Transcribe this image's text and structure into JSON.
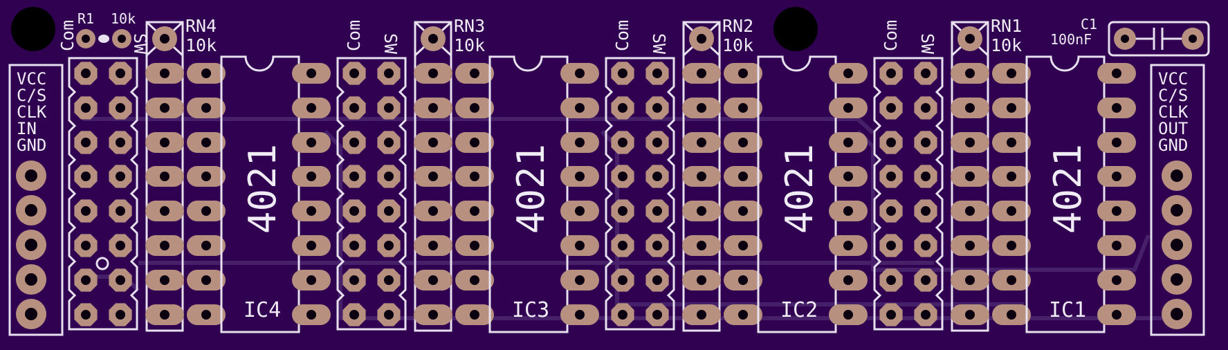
{
  "board": {
    "background": "#300051",
    "pad_color": "#b79080",
    "silkscreen_color": "#e6e0ef"
  },
  "left_connector": {
    "labels": [
      "VCC",
      "C/S",
      "CLK",
      "IN",
      "GND"
    ]
  },
  "right_connector": {
    "labels": [
      "VCC",
      "C/S",
      "CLK",
      "OUT",
      "GND"
    ]
  },
  "r1": {
    "ref": "R1",
    "value": "10k"
  },
  "c1": {
    "ref": "C1",
    "value": "100nF"
  },
  "columns": [
    {
      "com": "Com",
      "sw": "SW",
      "rn_ref": "RN4",
      "rn_value": "10k",
      "ic_ref": "IC4",
      "ic_part": "4021"
    },
    {
      "com": "Com",
      "sw": "SW",
      "rn_ref": "RN3",
      "rn_value": "10k",
      "ic_ref": "IC3",
      "ic_part": "4021"
    },
    {
      "com": "Com",
      "sw": "SW",
      "rn_ref": "RN2",
      "rn_value": "10k",
      "ic_ref": "IC2",
      "ic_part": "4021"
    },
    {
      "com": "Com",
      "sw": "SW",
      "rn_ref": "RN1",
      "rn_value": "10k",
      "ic_ref": "IC1",
      "ic_part": "4021"
    }
  ]
}
